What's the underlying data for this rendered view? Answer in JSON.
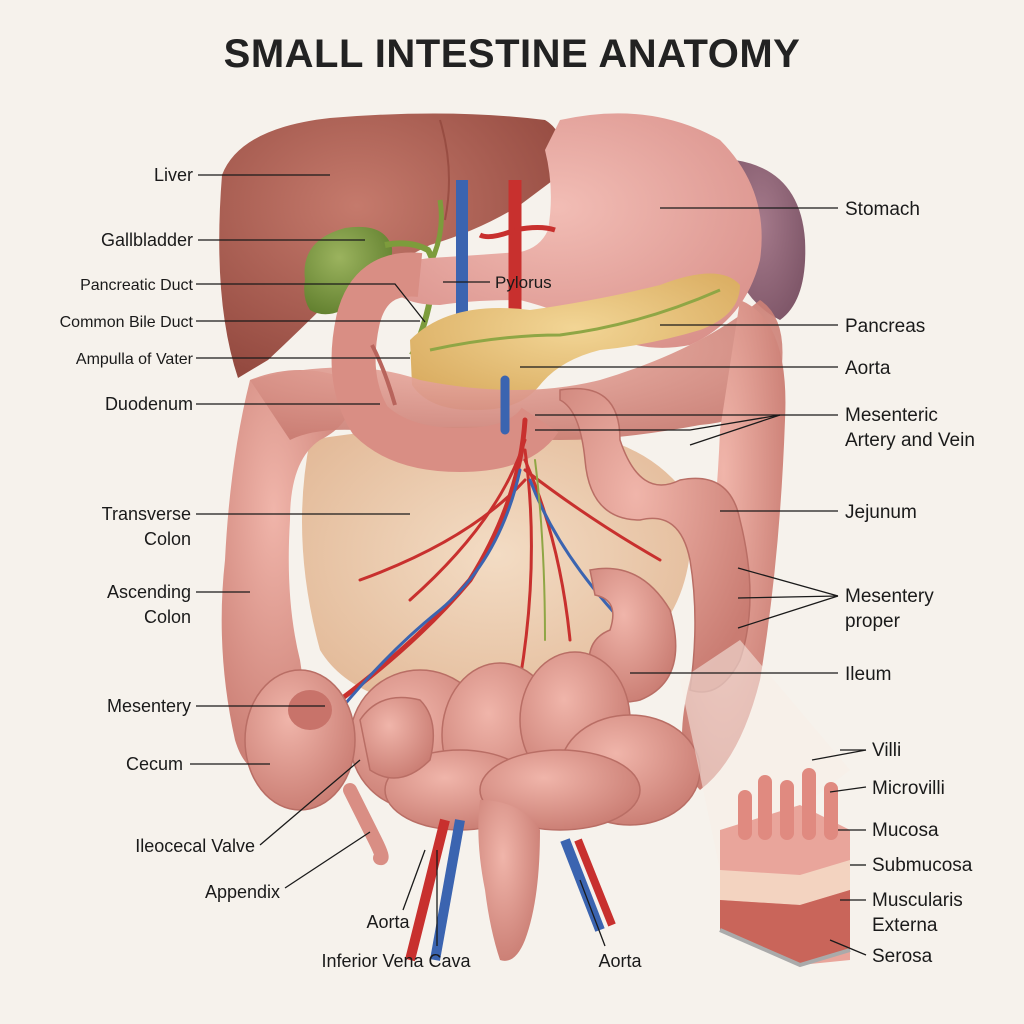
{
  "title": "SMALL INTESTINE ANATOMY",
  "labels": {
    "liver": "Liver",
    "gallbladder": "Gallbladder",
    "pancreatic_duct": "Pancreatic Duct",
    "common_bile_duct": "Common Bile Duct",
    "ampulla": "Ampulla of Vater",
    "duodenum": "Duodenum",
    "transverse_colon": [
      "Transverse",
      "Colon"
    ],
    "ascending_colon": [
      "Ascending",
      "Colon"
    ],
    "mesentery": "Mesentery",
    "cecum": "Cecum",
    "ileocecal_valve": "Ileocecal Valve",
    "appendix": "Appendix",
    "aorta_bottom_left": "Aorta",
    "inferior_vena_cava": "Inferior Vena Cava",
    "aorta_bottom_right": "Aorta",
    "pylorus": "Pylorus",
    "stomach": "Stomach",
    "pancreas": "Pancreas",
    "aorta_right": "Aorta",
    "mesenteric_artery_vein": [
      "Mesenteric",
      "Artery and Vein"
    ],
    "jejunum": "Jejunum",
    "mesentery_proper": [
      "Mesentery",
      "proper"
    ],
    "ileum": "Ileum",
    "villi": "Villi",
    "microvilli": "Microvilli",
    "mucosa": "Mucosa",
    "submucosa": "Submucosa",
    "muscularis_externa": [
      "Muscularis",
      "Externa"
    ],
    "serosa": "Serosa"
  },
  "colors": {
    "liver": "#a85a4f",
    "stomach": "#e8a7a0",
    "intestine": "#df9a8f",
    "pancreas": "#e8c07a",
    "gallbladder": "#7e9a48",
    "artery": "#c8302e",
    "vein": "#3b64b0",
    "mesentery": "#ecc8aa"
  }
}
